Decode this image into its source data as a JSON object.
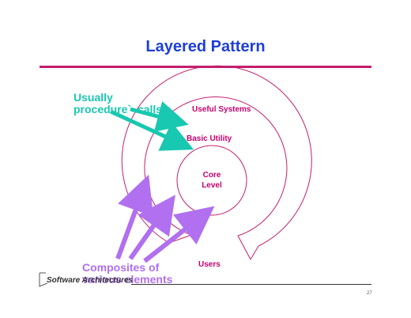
{
  "slide": {
    "title": "Layered Pattern",
    "page_number": "27",
    "footer_logo_text": "Software Architectures"
  },
  "diagram": {
    "layers": [
      {
        "id": "useful-systems",
        "label": "Useful Systems"
      },
      {
        "id": "basic-utility",
        "label": "Basic Utility"
      },
      {
        "id": "core-level",
        "label": [
          "Core",
          "Level"
        ]
      }
    ],
    "users_label": "Users",
    "callout_top": [
      "Usually",
      "procedure`  calls"
    ],
    "callout_bottom": [
      "Composites of",
      "various elements"
    ]
  },
  "colors": {
    "title": "#1f3fd6",
    "rule": "#c41e6e",
    "ring": "#c41e6e",
    "layer_label": "#c8006e",
    "callout_top": "#18c8b0",
    "callout_bottom": "#b070f0"
  }
}
